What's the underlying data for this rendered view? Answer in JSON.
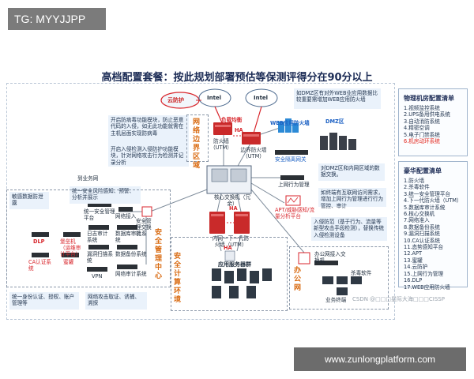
{
  "tag": "TG: MYYJJPP",
  "title": "高档配置套餐：按此规划部署预估等保测评得分在90分以上",
  "cloud": {
    "label": "云防护",
    "intel_left": "Intel",
    "intel_right": "Intel"
  },
  "notes": {
    "anti_virus": "开启防病毒功能模块，防止恶意代码的入侵，如无此功能就需在主机层面实现防病毒",
    "ips": "开启入侵检测入侵防护功能模块，针对网络攻击行为检测并记录分析",
    "unified": "统一安全风险感知、预警、分析并展示",
    "dmz_waf": "如DMZ区有对外WEB业应用数据比较重要需增加WEB应用防火墙",
    "dmz_isolation": "对DMZ区和内网区域的数据交换。",
    "internet_audit": "如终端有互联网访问需求，增加上网行为管理进行行为管控、审计",
    "intrusion": "入侵防范（基于行为、流量等新型攻击手段检测），替换传统入侵检测设备",
    "sensitive": "敏感数据防泄露",
    "identity": "统一身份认证、授权、账户管理等",
    "audit": "网络攻击取证、诱捕、溯探"
  },
  "labels": {
    "lb": "负载均衡",
    "fw_utm_left": "防火墙（UTM）",
    "fw_utm_right": "边界防火墙（UTM）",
    "ha_top": "HA",
    "ha_mid": "HA",
    "web_waf": "WEB应用防火墙",
    "dmz": "DMZ区",
    "sec_gateway": "安全隔离网关",
    "perimeter_zone": "网络边界区域",
    "core_switch": "核心交换机（冗余）",
    "internet_mgmt": "上网行为管理",
    "apt": "APT/威胁感知/流量分析平台",
    "office_net": "办公网",
    "sec_mgmt_zone": "安全管理中心",
    "sec_computing_zone": "安全计算环境",
    "fw_inner": "内网一下一代防火墙（UTM）",
    "ha_bottom": "HA",
    "app_server": "应用服务器群",
    "office_switch": "办公网接入交换机",
    "av_software": "杀毒软件",
    "terminals": "业务终端",
    "business_net": "办公网",
    "unified_platform": "统一安全管理平台",
    "net_probe": "网络接入",
    "sec_switch": "安全管理交换机",
    "dlp": "DLP",
    "bastion": "堡垒机（运维审计平台）",
    "log_audit": "日志审计系统",
    "db_audit": "数据库审计系统",
    "ca": "CA认证系统",
    "vuln_scan": "漏洞扫描系统",
    "data_backup": "数据备份系统",
    "vpn": "VPN",
    "net_audit": "网络审计系统",
    "honeypot": "蜜罐",
    "to_business": "到业务网"
  },
  "panel_room": {
    "title": "物理机房配置清单",
    "items": [
      "1.视频监控系统",
      "2.UPS备用供电系统",
      "3.自动消防系统",
      "4.精密空调",
      "5.电子门禁系统",
      "6.机房动环系统"
    ],
    "highlight_index": 5
  },
  "panel_luxury": {
    "title": "豪华配置清单",
    "items": [
      "1.防火墙",
      "2.杀毒软件",
      "3.统一安全管理平台",
      "4.下一代防火墙（UTM）",
      "5.数据库审计系统",
      "6.核心交换机",
      "7.网络准入",
      "8.数据备份系统",
      "9.漏洞扫描系统",
      "10.CA认证系统",
      "11.态势感知平台",
      "12.APT",
      "13.蜜罐",
      "14.云防护",
      "15.上网行为管理",
      "16.DLP",
      "17.WEB应用防火墙"
    ]
  },
  "watermark": "CSDN @□□□星际大海□□□CISSP",
  "footer": "www.zunlongplatform.com",
  "colors": {
    "accent_blue": "#1e62c4",
    "accent_red": "#d8262c",
    "zone_orange": "#d96a10"
  }
}
